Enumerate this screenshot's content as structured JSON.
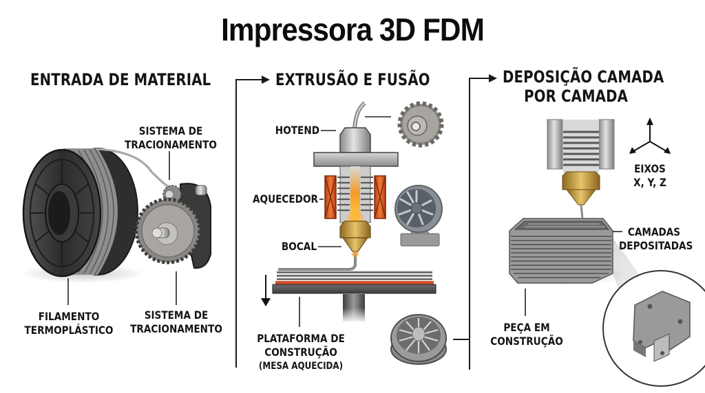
{
  "title": "Impressora 3D FDM",
  "sections": [
    {
      "id": "material-input",
      "heading": "ENTRADA DE MATERIAL",
      "labels": {
        "drive_top_line1": "SISTEMA DE",
        "drive_top_line2": "TRACIONAMENTO",
        "filament_line1": "FILAMENTO",
        "filament_line2": "TERMOPLÁSTICO",
        "drive_bottom_line1": "SISTEMA DE",
        "drive_bottom_line2": "TRACIONAMENTO"
      }
    },
    {
      "id": "extrusion-fusion",
      "heading": "EXTRUSÃO E FUSÃO",
      "labels": {
        "hotend": "HOTEND",
        "heater": "AQUECEDOR",
        "nozzle": "BOCAL",
        "platform_line1": "PLATAFORMA DE",
        "platform_line2": "CONSTRUÇÃO",
        "platform_line3": "(MESA AQUECIDA)"
      }
    },
    {
      "id": "layer-deposition",
      "heading_line1": "DEPOSIÇÃO CAMADA",
      "heading_line2": "POR CAMADA",
      "labels": {
        "axes_line1": "EIXOS",
        "axes_line2": "X, Y, Z",
        "layers_line1": "CAMADAS",
        "layers_line2": "DEPOSITADAS",
        "part_line1": "PEÇA EM",
        "part_line2": "CONSTRUÇÃO"
      }
    }
  ],
  "colors": {
    "text": "#111111",
    "heater": "#d9531e",
    "brass": "#c9a24a",
    "melt": "#f5a623",
    "metal": "#9a9a9a",
    "spool": "#3a3a3a",
    "bed_heat": "#d2502a"
  }
}
